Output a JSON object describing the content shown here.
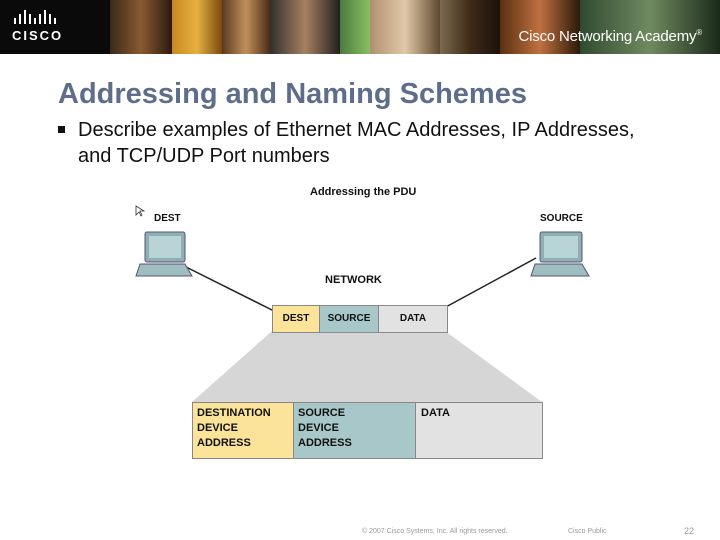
{
  "header": {
    "logo_text": "CISCO",
    "academy_text": "Cisco Networking Academy",
    "academy_mark": "®"
  },
  "slide": {
    "title": "Addressing and Naming Schemes",
    "bullet": "Describe examples of Ethernet MAC Addresses, IP Addresses, and TCP/UDP Port numbers"
  },
  "diagram": {
    "title": "Addressing the PDU",
    "dest_label": "DEST",
    "source_label": "SOURCE",
    "network_label": "NETWORK",
    "pdu_small": {
      "dest": "DEST",
      "source": "SOURCE",
      "data": "DATA"
    },
    "pdu_big": {
      "destination": [
        "DESTINATION",
        "DEVICE",
        "ADDRESS"
      ],
      "source": [
        "SOURCE",
        "DEVICE",
        "ADDRESS"
      ],
      "data": "DATA"
    },
    "colors": {
      "dest": "#fbe39a",
      "source": "#a7c7c8",
      "data": "#e2e2e2",
      "funnel": "#d4d4d4"
    }
  },
  "footer": {
    "copyright": "© 2007 Cisco Systems, Inc. All rights reserved.",
    "classification": "Cisco Public",
    "page_number": "22"
  }
}
